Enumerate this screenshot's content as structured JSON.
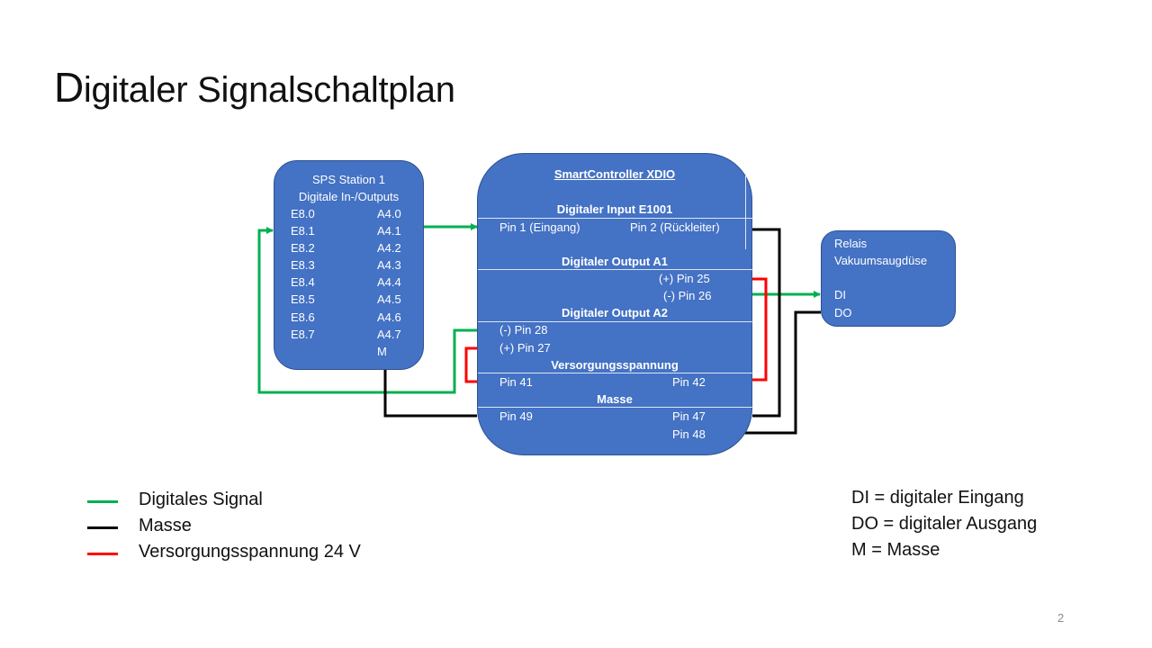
{
  "slide": {
    "title_first_letter": "D",
    "title_rest": "igitaler Signalschaltplan",
    "page_number": "2"
  },
  "sps": {
    "title": "SPS Station 1",
    "subtitle": "Digitale In-/Outputs",
    "inputs": [
      "E8.0",
      "E8.1",
      "E8.2",
      "E8.3",
      "E8.4",
      "E8.5",
      "E8.6",
      "E8.7"
    ],
    "outputs": [
      "A4.0",
      "A4.1",
      "A4.2",
      "A4.3",
      "A4.4",
      "A4.5",
      "A4.6",
      "A4.7",
      "M"
    ]
  },
  "controller": {
    "title": "SmartController  XDIO",
    "sections": {
      "input_e1001": {
        "header": "Digitaler Input E1001",
        "pin_left": "Pin 1 (Eingang)",
        "pin_right": "Pin 2 (Rückleiter)"
      },
      "output_a1": {
        "header": "Digitaler Output A1",
        "pin_plus": "(+) Pin 25",
        "pin_minus": "(-) Pin 26"
      },
      "output_a2": {
        "header": "Digitaler Output A2",
        "pin_minus": "(-) Pin 28",
        "pin_plus": "(+) Pin 27"
      },
      "supply": {
        "header": "Versorgungsspannung",
        "pin_left": "Pin 41",
        "pin_right": "Pin 42"
      },
      "ground": {
        "header": "Masse",
        "pin_left": "Pin 49",
        "pin_right_1": "Pin 47",
        "pin_right_2": "Pin 48"
      }
    }
  },
  "relais": {
    "line1": "Relais",
    "line2": "Vakuumsaugdüse",
    "di": "DI",
    "do": "DO"
  },
  "legend": [
    {
      "label": "Digitales Signal",
      "color": "#00b050"
    },
    {
      "label": "Masse",
      "color": "#000000"
    },
    {
      "label": "Versorgungsspannung 24 V",
      "color": "#ff0000"
    }
  ],
  "abbreviations": [
    "DI = digitaler Eingang",
    "DO = digitaler Ausgang",
    "M = Masse"
  ],
  "colors": {
    "box_fill": "#4472c4",
    "signal": "#00b050",
    "ground": "#000000",
    "supply": "#ff0000"
  }
}
